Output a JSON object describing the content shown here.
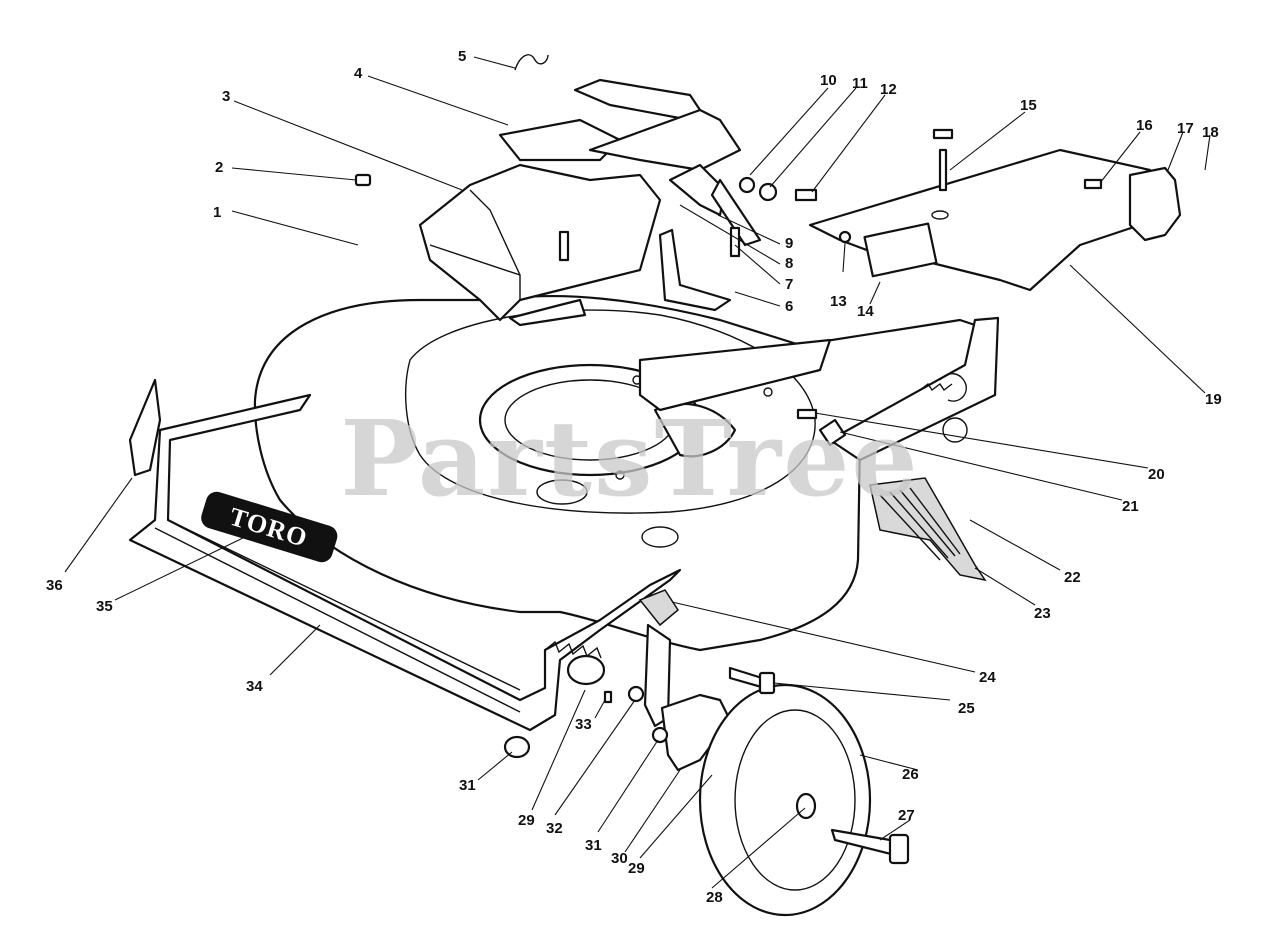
{
  "diagram": {
    "watermark": "PartsTree",
    "logo_text": "TORO",
    "corner_code": "",
    "callouts": [
      "1",
      "2",
      "3",
      "4",
      "5",
      "6",
      "7",
      "8",
      "9",
      "10",
      "11",
      "12",
      "13",
      "14",
      "15",
      "16",
      "17",
      "18",
      "19",
      "20",
      "21",
      "22",
      "23",
      "24",
      "25",
      "26",
      "27",
      "28",
      "29",
      "29",
      "30",
      "31",
      "31",
      "32",
      "33",
      "34",
      "35",
      "36"
    ],
    "colors": {
      "ink": "#111111",
      "paper": "#ffffff",
      "watermark": "#c9c9c9"
    }
  }
}
